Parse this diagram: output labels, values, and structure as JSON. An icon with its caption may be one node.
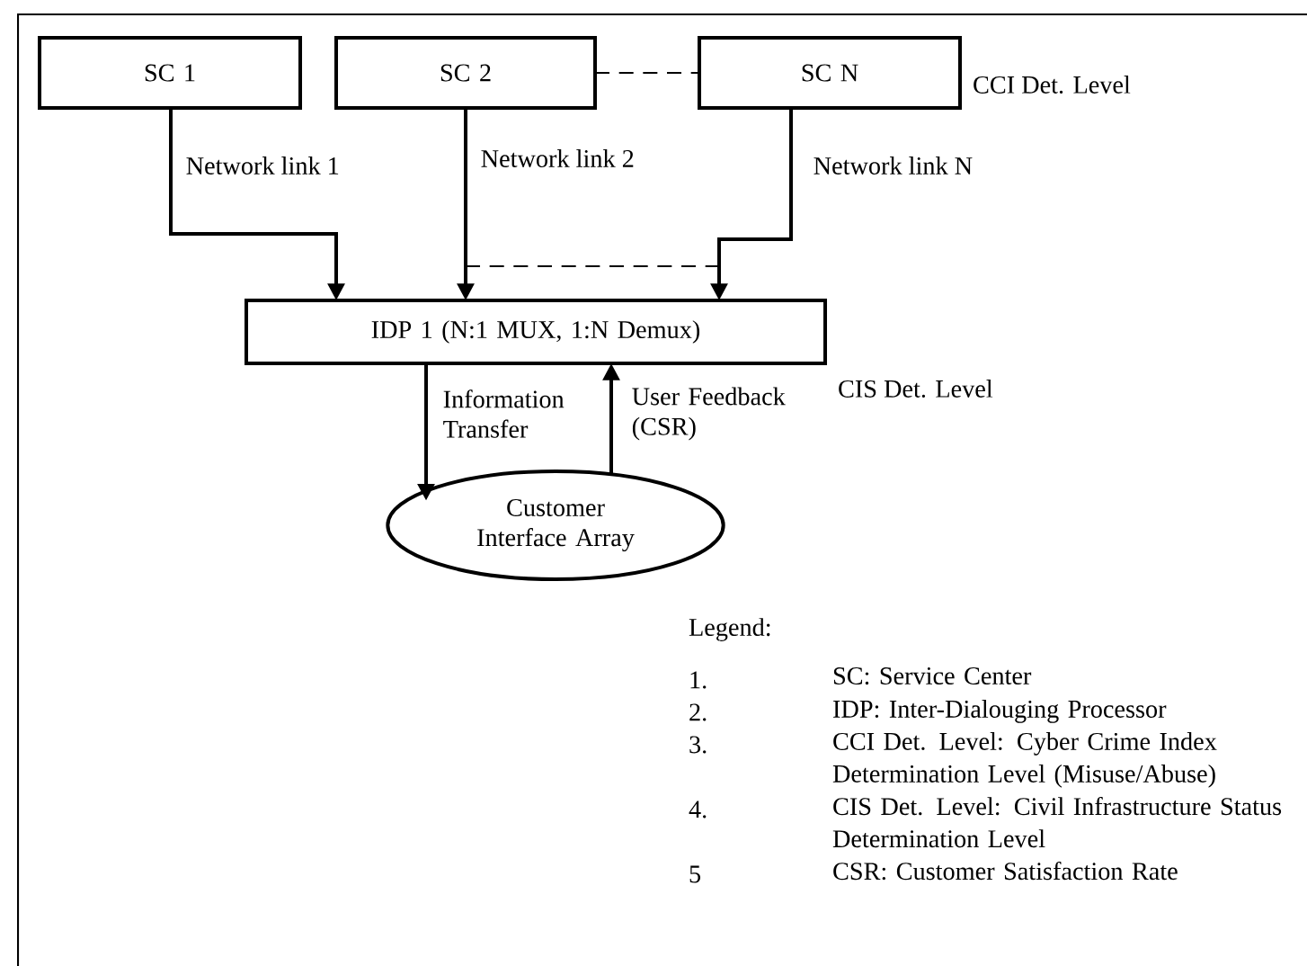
{
  "diagram": {
    "nodes": [
      {
        "text": [
          "SC 1"
        ]
      },
      {
        "text": [
          "SC 2"
        ]
      },
      {
        "text": [
          "SC N"
        ],
        "beside": [
          "CCI Det. Level"
        ]
      },
      {
        "text": [
          "IDP 1 (N:1 MUX, 1:N Demux)"
        ],
        "beside": [
          "CIS Det. Level"
        ]
      },
      {
        "text": [
          "Customer Interface Array"
        ]
      }
    ],
    "edges": [
      {
        "from": 0,
        "to": 3,
        "arrow": "to",
        "label": "Network link 1"
      },
      {
        "from": 1,
        "to": 3,
        "arrow": "to",
        "label": "Network link 2"
      },
      {
        "from": 2,
        "to": 3,
        "arrow": "to",
        "label": "Network link N"
      },
      {
        "from": 1,
        "to": 2,
        "arrow": "none",
        "style": "dashed"
      },
      {
        "from": 3,
        "to": 4,
        "arrow": "to",
        "label": "Information Transfer"
      },
      {
        "from": 4,
        "to": 3,
        "arrow": "to",
        "label": "User Feedback (CSR)"
      }
    ],
    "labels": [
      "Legend:",
      "1.",
      "SC: Service Center",
      "2.",
      "IDP: Inter-Dialouging Processor",
      "3.",
      "CCI Det. Level: Cyber Crime Index Determination Level (Misuse/Abuse)",
      "4.",
      "CIS Det. Level: Civil Infrastructure Status Determination Level",
      "5",
      "CSR: Customer Satisfaction Rate"
    ]
  }
}
